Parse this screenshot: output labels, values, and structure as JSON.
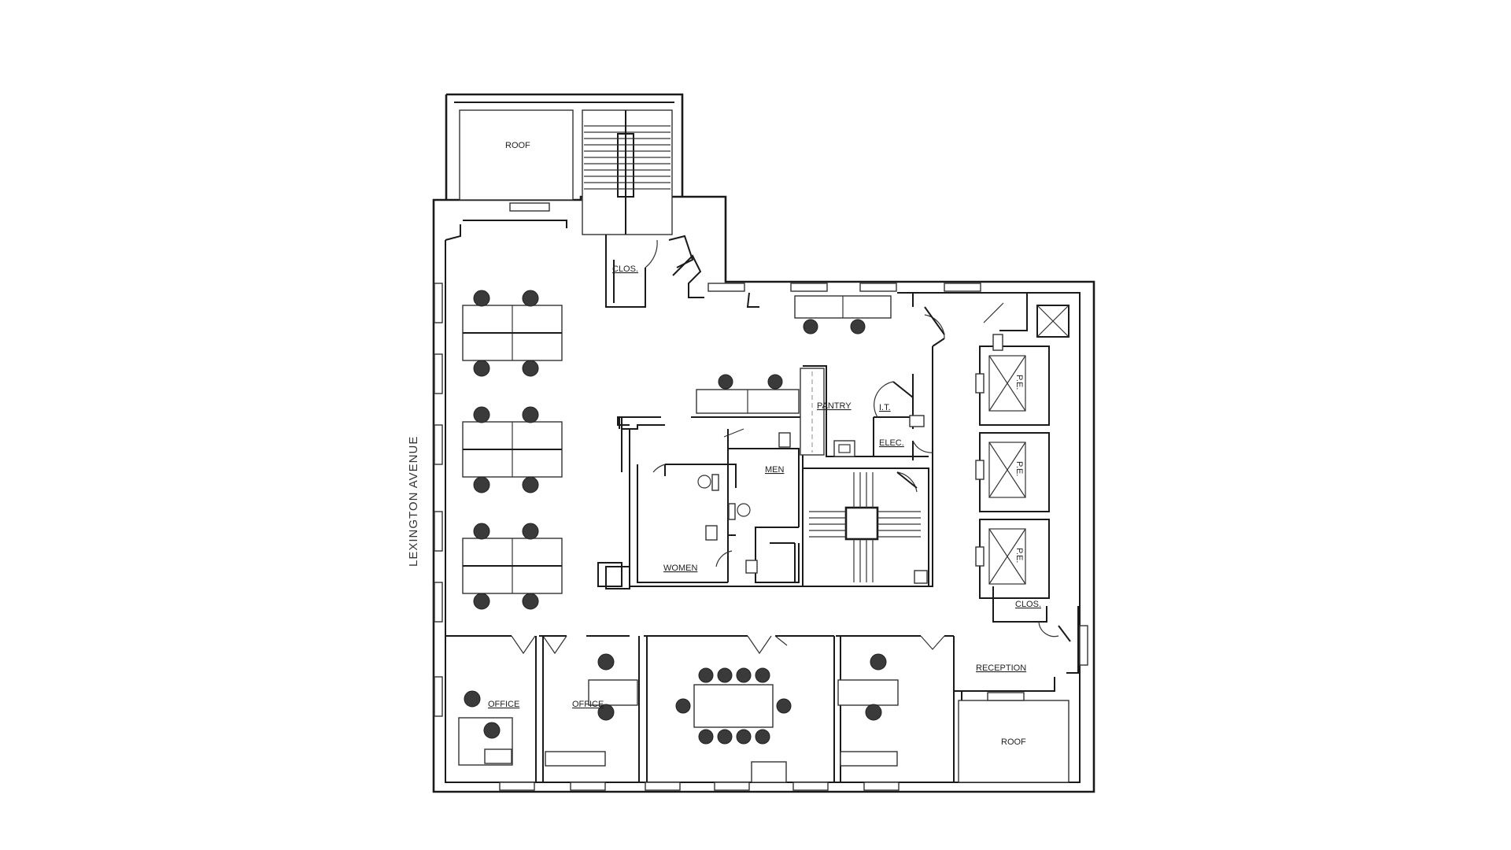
{
  "street": "LEXINGTON AVENUE",
  "rooms": {
    "roof_top": "ROOF",
    "roof_bottom": "ROOF",
    "clos_top": "CLOS.",
    "clos_right": "CLOS.",
    "pantry": "PANTRY",
    "it": "I.T.",
    "elec": "ELEC.",
    "men": "MEN",
    "women": "WOMEN",
    "office_1": "OFFICE",
    "office_2": "OFFICE",
    "reception": "RECEPTION",
    "pe_1": "P.E.",
    "pe_2": "P.E.",
    "pe_3": "P.E."
  }
}
